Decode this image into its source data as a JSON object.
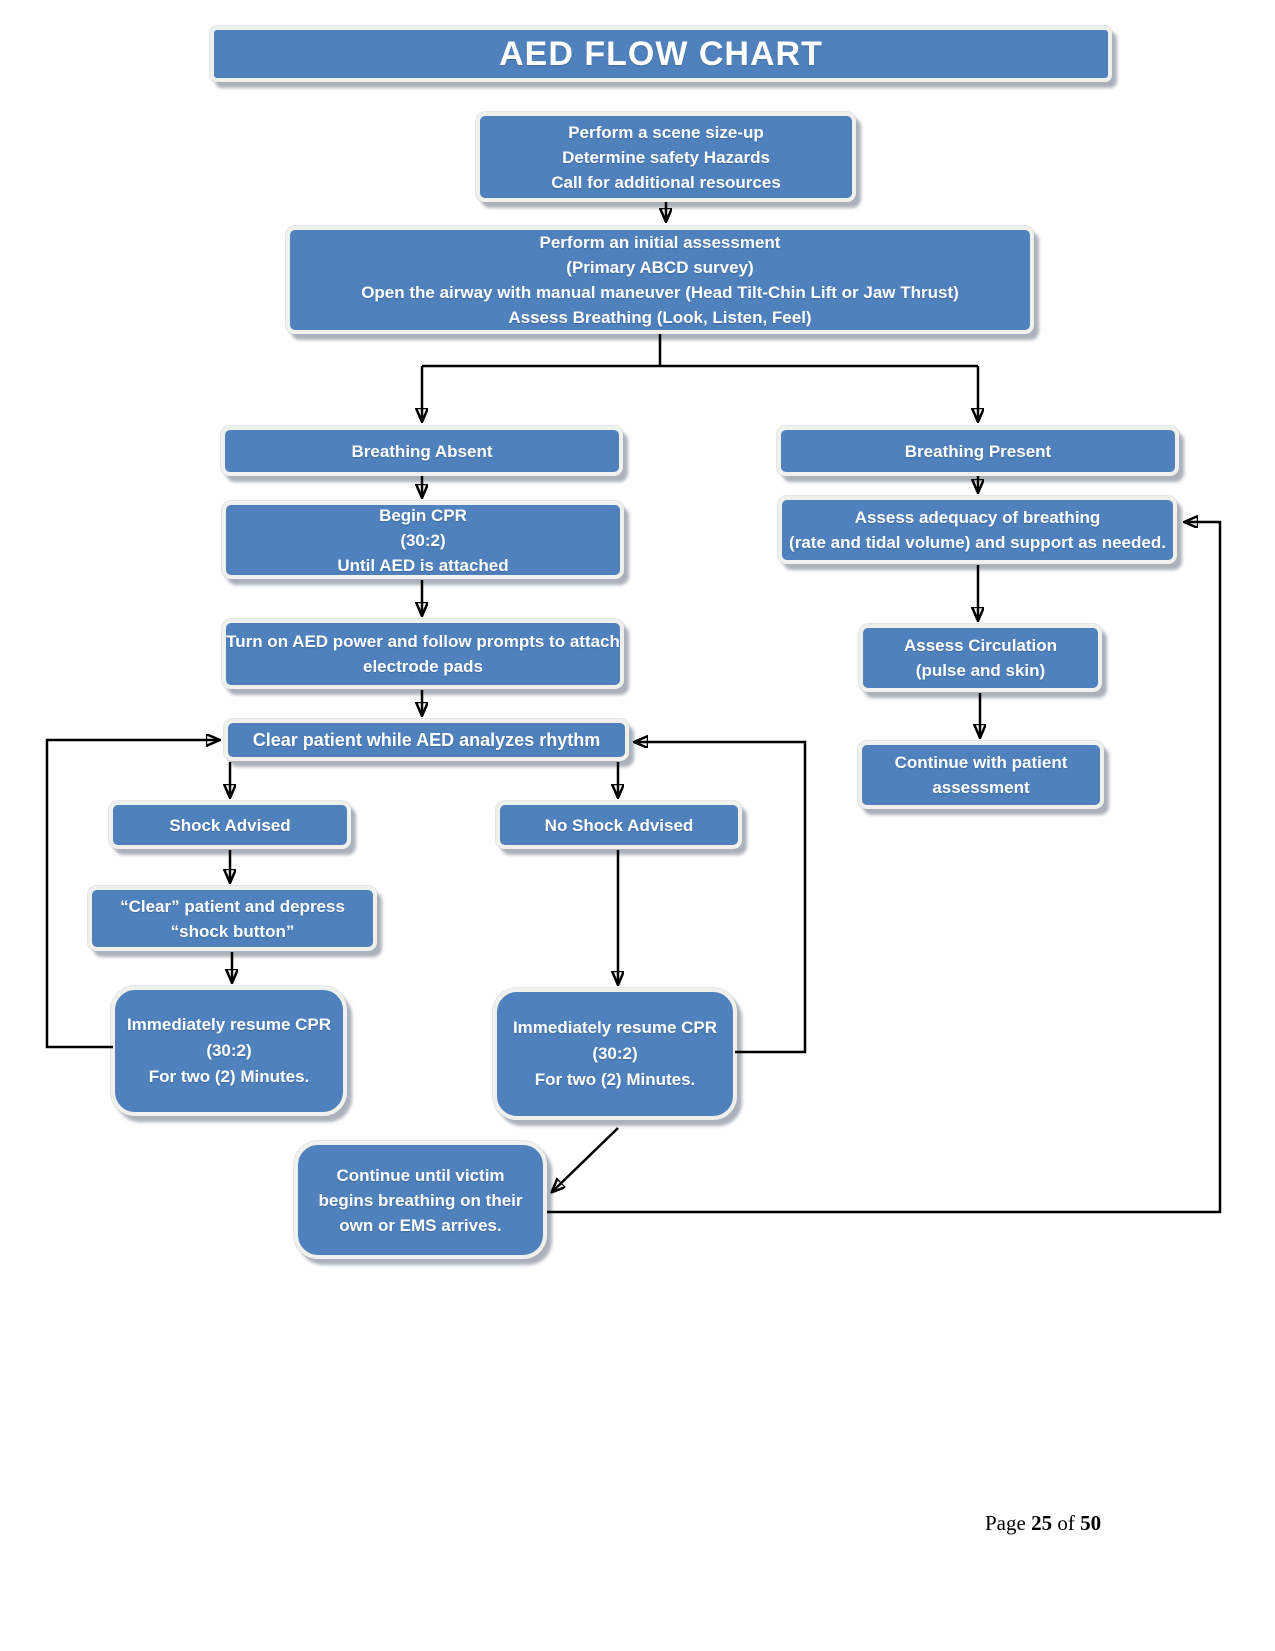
{
  "title": "AED FLOW CHART",
  "colors": {
    "box_fill": "#4f81bd",
    "box_border": "#f0f1ec",
    "box_shadow": "#aab1bb",
    "connector": "#000000",
    "text": "#ffffff",
    "page_background": "#ffffff"
  },
  "nodes": {
    "scene": "Perform a scene size-up\nDetermine safety Hazards\nCall for additional resources",
    "initial": "Perform an initial assessment\n(Primary ABCD survey)\nOpen the airway with manual maneuver (Head Tilt-Chin Lift or Jaw Thrust)\nAssess Breathing (Look, Listen, Feel)",
    "breathing_absent": "Breathing Absent",
    "breathing_present": "Breathing Present",
    "begin_cpr": "Begin CPR\n(30:2)\nUntil AED is attached",
    "assess_breathing": "Assess adequacy of breathing\n(rate and tidal volume) and support as needed.",
    "turn_on_aed": "Turn on AED power and follow prompts to attach\nelectrode pads",
    "assess_circulation": "Assess Circulation\n(pulse and skin)",
    "clear_patient": "Clear patient while AED analyzes rhythm",
    "continue_assessment": "Continue with patient\nassessment",
    "shock_advised": "Shock Advised",
    "no_shock_advised": "No Shock Advised",
    "clear_depress": "“Clear” patient and depress\n“shock button”",
    "resume_cpr_left": "Immediately resume CPR\n(30:2)\nFor two (2) Minutes.",
    "resume_cpr_right": "Immediately resume CPR\n(30:2)\nFor two (2) Minutes.",
    "continue_until": "Continue until victim\nbegins breathing on their\nown or EMS arrives."
  },
  "footer": {
    "prefix": "Page ",
    "current": "25",
    "middle": " of ",
    "total": "50"
  }
}
